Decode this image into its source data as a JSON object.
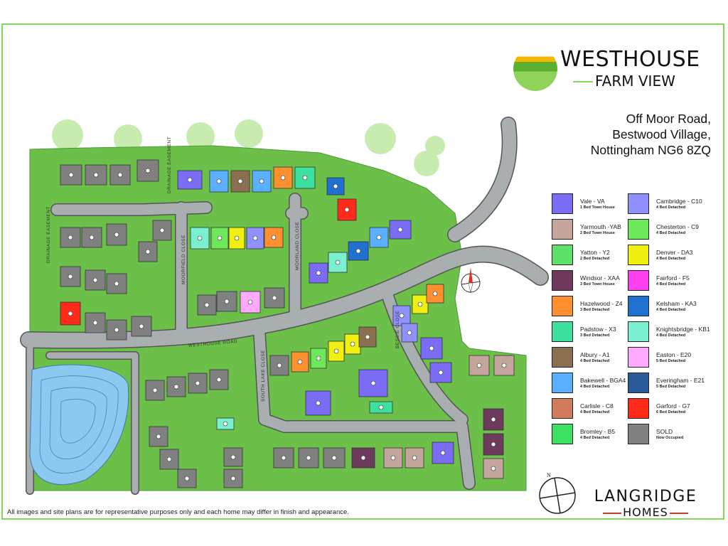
{
  "development": {
    "name_line1": "WESTHOUSE",
    "name_line2": "FARM VIEW",
    "address": [
      "Off Moor Road,",
      "Bestwood Village,",
      "Nottingham NG6 8ZQ"
    ]
  },
  "road_labels": {
    "westhouse_road": "WESTHOUSE ROAD",
    "moorfield_close": "MOORFIELD CLOSE",
    "moorland_close": "MOORLAND CLOSE",
    "south_lake_close": "SOUTH LAKE CLOSE",
    "bessie_close": "BESSIE CLOSE",
    "drainage_easement_1": "DRAINAGE EASEMENT",
    "drainage_easement_2": "DRAINAGE EASEMENT"
  },
  "legend": [
    {
      "name": "Vale - VA",
      "sub": "1 Bed Town House",
      "color": "#7b6cf5"
    },
    {
      "name": "Yarmouth -YAB",
      "sub": "2 Bed Town House",
      "color": "#c4a59c"
    },
    {
      "name": "Yatton - Y2",
      "sub": "2 Bed Detached",
      "color": "#5ee06a"
    },
    {
      "name": "Windsor - XAA",
      "sub": "3 Bed Town House",
      "color": "#6e3a5c"
    },
    {
      "name": "Hazelwood - Z4",
      "sub": "3 Bed Detached",
      "color": "#ff9030"
    },
    {
      "name": "Padstow - X3",
      "sub": "3 Bed Detached",
      "color": "#3ee0a0"
    },
    {
      "name": "Albury - A1",
      "sub": "4 Bed Detached",
      "color": "#8a7050"
    },
    {
      "name": "Bakewell - BGA4",
      "sub": "4 Bed Detached",
      "color": "#5ab0ff"
    },
    {
      "name": "Carlisle - C8",
      "sub": "4 Bed Detached",
      "color": "#d07a5e"
    },
    {
      "name": "Bromley - B5",
      "sub": "4 Bed Detached",
      "color": "#3de060"
    },
    {
      "name": "Cambridge - C10",
      "sub": "4 Bed Detached",
      "color": "#9090ff"
    },
    {
      "name": "Chesterton - C9",
      "sub": "4 Bed Detached",
      "color": "#6de85a"
    },
    {
      "name": "Denver - DA3",
      "sub": "4 Bed Detached",
      "color": "#f0f010"
    },
    {
      "name": "Fairford - F5",
      "sub": "4 Bed Detached",
      "color": "#ff40f0"
    },
    {
      "name": "Kelsham - KA3",
      "sub": "4 Bed Detached",
      "color": "#2070d0"
    },
    {
      "name": "Knightsbridge - KB1",
      "sub": "4 Bed Detached",
      "color": "#7af0d0"
    },
    {
      "name": "Easton - E20",
      "sub": "5 Bed Detached",
      "color": "#ffaaff"
    },
    {
      "name": "Everingham - E21",
      "sub": "5 Bed Detached",
      "color": "#2a5a9a"
    },
    {
      "name": "Garford - G7",
      "sub": "6 Bed Detached",
      "color": "#ff2a1a"
    },
    {
      "name": "SOLD",
      "sub": "Now Occupied",
      "color": "#808080"
    }
  ],
  "disclaimer": "All images and site plans are for representative purposes only and each home may differ in finish and appearance.",
  "builder": {
    "line1": "LANGRIDGE",
    "line2": "HOMES"
  },
  "compass_label": "N",
  "colors": {
    "frame": "#7ed957",
    "grass": "#6cc04a",
    "road": "#a9afb1",
    "pond": "#8cc8f0"
  }
}
